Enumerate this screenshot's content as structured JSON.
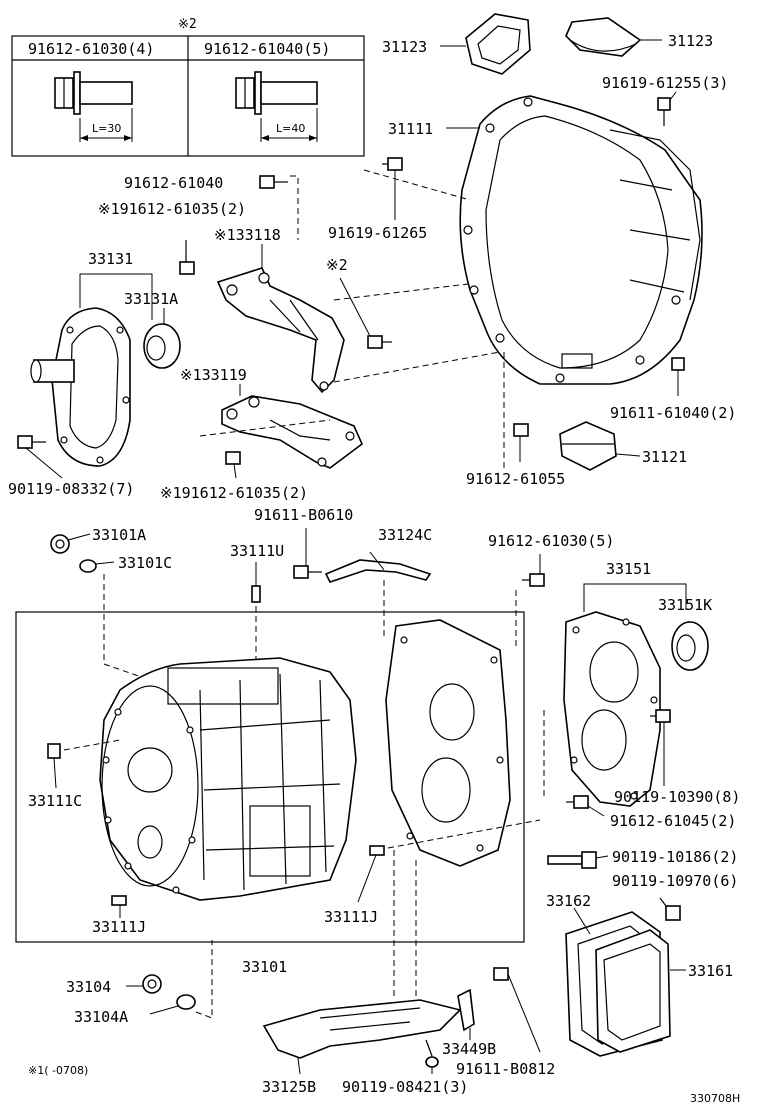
{
  "callouts": {
    "c31123a": "31123",
    "c31123b": "31123",
    "c91619_61255": "91619-61255(3)",
    "c31111": "31111",
    "c91612_61040_top": "91612-61040",
    "c91619_61265": "91619-61265",
    "c91612_61035_a": "※191612-61035(2)",
    "c33118": "※133118",
    "c33131": "33131",
    "c33131a": "33131A",
    "c_mark2": "※2",
    "c33119": "※133119",
    "c91611_61040": "91611-61040(2)",
    "c90119_08332": "90119-08332(7)",
    "c91612_61035_b": "※191612-61035(2)",
    "c91612_61055": "91612-61055",
    "c31121": "31121",
    "c33101a": "33101A",
    "c91611_b0610": "91611-B0610",
    "c33124c": "33124C",
    "c91612_61030": "91612-61030(5)",
    "c33101c": "33101C",
    "c33111u": "33111U",
    "c33151": "33151",
    "c33151k": "33151K",
    "c33111c": "33111C",
    "c90119_10390": "90119-10390(8)",
    "c91612_61045": "91612-61045(2)",
    "c90119_10186": "90119-10186(2)",
    "c90119_10970": "90119-10970(6)",
    "c33162": "33162",
    "c33111j_a": "33111J",
    "c33111j_b": "33111J",
    "c33161": "33161",
    "c33101": "33101",
    "c33104": "33104",
    "c33104a": "33104A",
    "c33449b": "33449B",
    "c91611_b0812": "91611-B0812",
    "c33125b": "33125B",
    "c90119_08421": "90119-08421(3)"
  },
  "legend_box": {
    "mark": "※2",
    "left_part": "91612-61030(4)",
    "right_part": "91612-61040(5)",
    "left_length": "L=30",
    "right_length": "L=40"
  },
  "footnote": "※1(    -0708)",
  "diagram_id": "330708H"
}
